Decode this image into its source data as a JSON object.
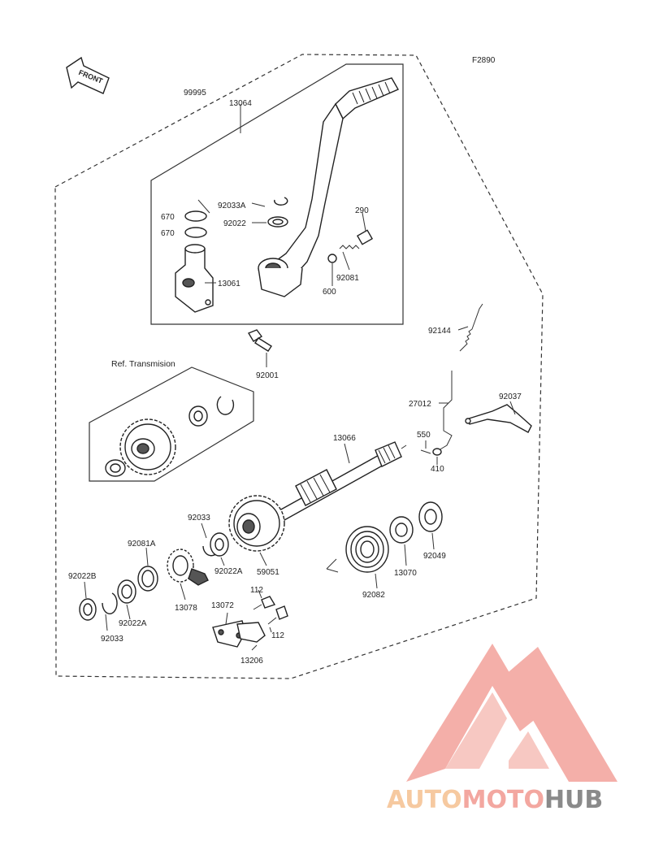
{
  "diagram": {
    "code": "F2890",
    "front_label": "FRONT",
    "ref_label": "Ref. Transmision",
    "labels": {
      "p99995": "99995",
      "p13064": "13064",
      "p92033A": "92033A",
      "p92022_top": "92022",
      "p670_a": "670",
      "p670_b": "670",
      "p13061": "13061",
      "p290": "290",
      "p92081": "92081",
      "p600": "600",
      "p92144": "92144",
      "p92001": "92001",
      "p27012": "27012",
      "p92037": "92037",
      "p550": "550",
      "p410": "410",
      "p13066": "13066",
      "p92033_mid": "92033",
      "p92081A": "92081A",
      "p92022A_mid": "92022A",
      "p59051": "59051",
      "p92022B": "92022B",
      "p92022A_low": "92022A",
      "p13078": "13078",
      "p92033_low": "92033",
      "p112_a": "112",
      "p112_b": "112",
      "p13072": "13072",
      "p13206": "13206",
      "p92082": "92082",
      "p13070": "13070",
      "p92049": "92049"
    }
  },
  "watermark": {
    "part1": "AUTO",
    "part2": "MOTO",
    "part3": "HUB",
    "color_light": "#f6c9a0",
    "color_main": "#f3a7a0",
    "color_dark": "#8a8a8a"
  }
}
